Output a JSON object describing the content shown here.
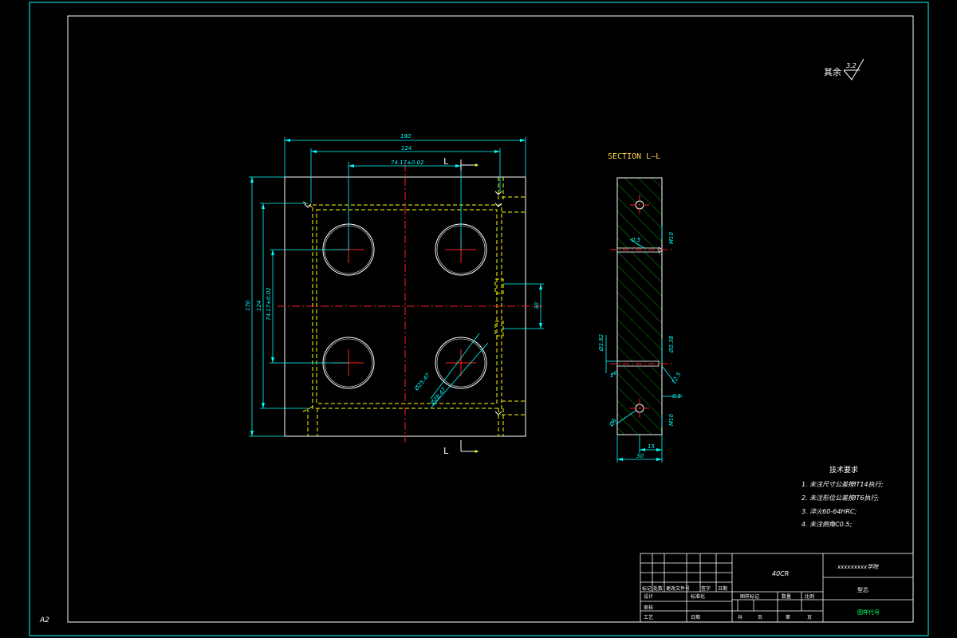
{
  "sheet": {
    "size_label": "A2",
    "surface_finish": {
      "prefix": "其余",
      "value": "3.2"
    }
  },
  "plan_view": {
    "dims": {
      "overall_width": "180",
      "hole_outer_width": "124",
      "hole_pitch_x": "74.17±0.02",
      "overall_height": "170",
      "hole_outer_height": "124",
      "hole_pitch_y": "74.17±0.02",
      "port_spacing": "30",
      "hole_dia": "Ø25.47",
      "hole_spot": "Ø28.47"
    },
    "section_mark_top": "L",
    "section_mark_bottom": "L"
  },
  "section_view": {
    "title": "SECTION L—L",
    "dims": {
      "d1": "0.5",
      "d2": "M10",
      "d3": "Ø3.82",
      "d4": "Ø2.38",
      "d5": "1°",
      "d6": "12.5",
      "d7": "0.5",
      "d8": "M10",
      "d9": "Ø6",
      "width": "30",
      "half_width": "15"
    }
  },
  "tech_notes": {
    "title": "技术要求",
    "items": [
      "1. 未注尺寸公差按IT14执行;",
      "2. 未注形位公差按IT6执行;",
      "3. 淬火60-64HRC;",
      "4. 未注倒角C0.5;"
    ]
  },
  "title_block": {
    "school": "xxxxxxxxx学院",
    "material": "40CR",
    "part_name": "型芯",
    "drawing_no": "图样代号",
    "row_headers": [
      "标记",
      "处数",
      "更改文件号",
      "签字",
      "日期"
    ],
    "left_labels": [
      "设计",
      "标准化",
      "审核",
      "工艺",
      "日期"
    ],
    "mid_labels": [
      "图样标记",
      "数量",
      "比例"
    ],
    "bottom_labels": [
      "共",
      "页",
      "第",
      "页"
    ]
  },
  "colors": {
    "border": "#00ffff",
    "line": "#ffffff",
    "hidden": "#ffff00",
    "center": "#ff2020",
    "dim": "#00ffff",
    "hatch": "#00c000",
    "dim_text": "#00ffff",
    "title_text": "#ffd24a"
  }
}
